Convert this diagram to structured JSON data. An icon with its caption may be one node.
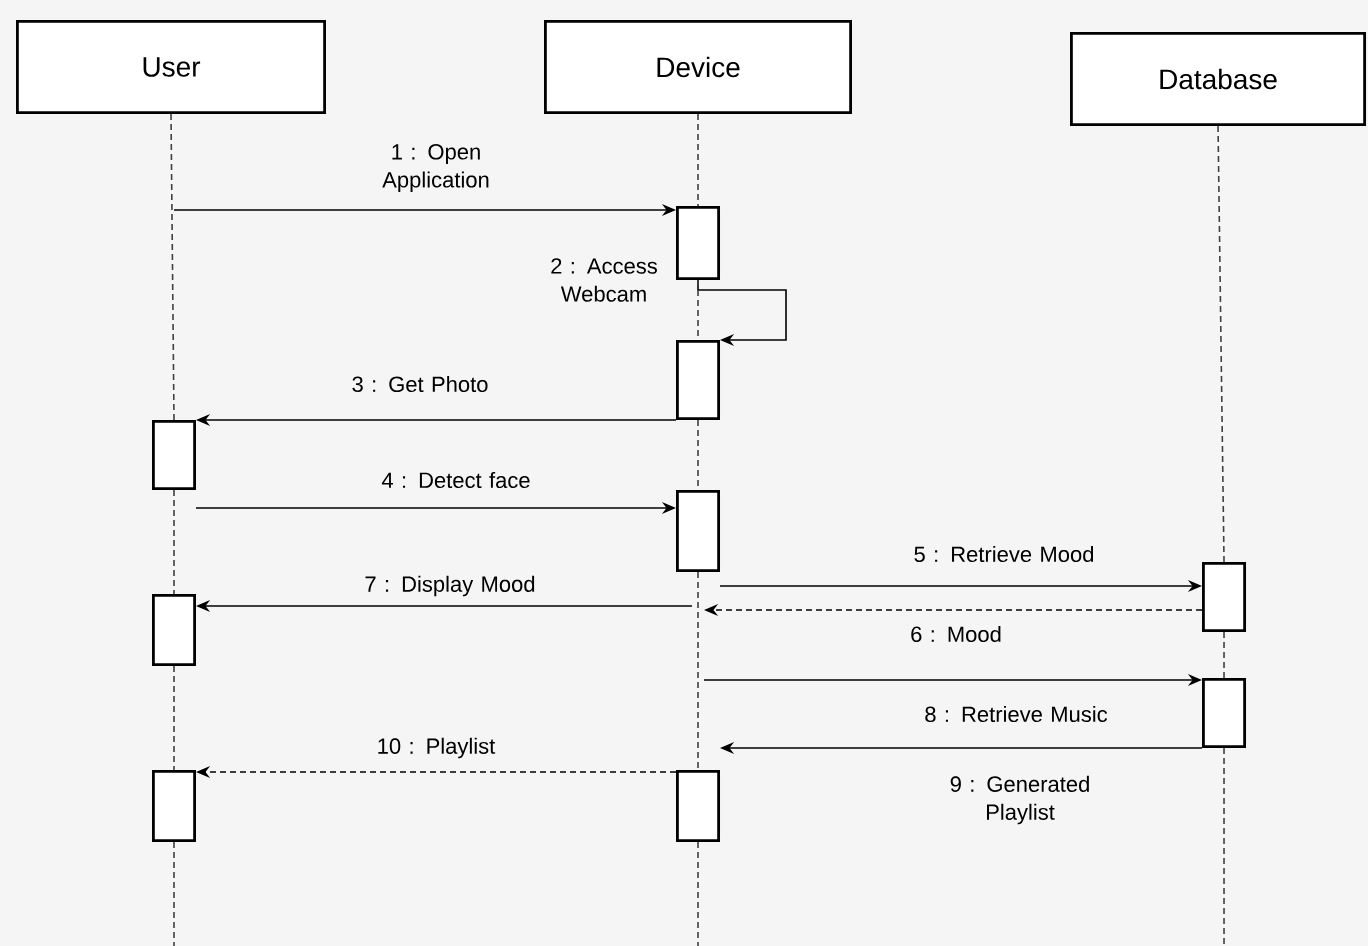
{
  "diagram": {
    "nodes": [
      {
        "text": [
          "User"
        ]
      },
      {
        "text": [
          "Device"
        ]
      },
      {
        "text": [
          "Database"
        ]
      },
      {
        "text": [],
        "shape": "box"
      },
      {
        "text": [],
        "shape": "box"
      },
      {
        "text": [],
        "shape": "box"
      },
      {
        "text": [],
        "shape": "box"
      },
      {
        "text": [],
        "shape": "box"
      },
      {
        "text": [],
        "shape": "box"
      },
      {
        "text": [],
        "shape": "box"
      },
      {
        "text": [],
        "shape": "box"
      },
      {
        "text": [],
        "shape": "box"
      }
    ],
    "edges": [
      {
        "from": null,
        "to": 3,
        "arrow": "to",
        "label": "1 : Open Application"
      },
      {
        "from": 3,
        "to": 4,
        "arrow": "to",
        "label": "2 : Access Webcam"
      },
      {
        "from": 4,
        "to": 5,
        "arrow": "to",
        "label": "3 : Get Photo"
      },
      {
        "from": 5,
        "to": 6,
        "arrow": "to",
        "label": "4 : Detect face"
      },
      {
        "from": 6,
        "to": 7,
        "arrow": "to",
        "label": "5 : Retrieve Mood"
      },
      {
        "from": 7,
        "to": null,
        "arrow": "to",
        "label": "6 : Mood",
        "style": "dashed"
      },
      {
        "from": null,
        "to": 8,
        "arrow": "to",
        "label": "7 : Display Mood"
      },
      {
        "from": null,
        "to": 9,
        "arrow": "to",
        "label": "8 : Retrieve Music"
      },
      {
        "from": 9,
        "to": 11,
        "arrow": "to",
        "label": "9 : Generated Playlist"
      },
      {
        "from": 11,
        "to": 10,
        "arrow": "to",
        "label": "10 : Playlist",
        "style": "dashed"
      },
      {
        "from": 0,
        "to": 5,
        "arrow": "none",
        "style": "dashed"
      },
      {
        "from": 5,
        "to": 8,
        "arrow": "none",
        "style": "dashed"
      },
      {
        "from": 8,
        "to": 10,
        "arrow": "none",
        "style": "dashed"
      },
      {
        "from": 10,
        "to": null,
        "arrow": "none",
        "style": "dashed"
      },
      {
        "from": 1,
        "to": 3,
        "arrow": "none",
        "style": "dashed"
      },
      {
        "from": 3,
        "to": 4,
        "arrow": "none",
        "style": "dashed"
      },
      {
        "from": 4,
        "to": 6,
        "arrow": "none",
        "style": "dashed"
      },
      {
        "from": 6,
        "to": 11,
        "arrow": "none",
        "style": "dashed"
      },
      {
        "from": 11,
        "to": null,
        "arrow": "none",
        "style": "dashed"
      },
      {
        "from": 2,
        "to": 7,
        "arrow": "none",
        "style": "dashed"
      },
      {
        "from": 7,
        "to": 9,
        "arrow": "none",
        "style": "dashed"
      },
      {
        "from": 9,
        "to": null,
        "arrow": "none",
        "style": "dashed"
      }
    ]
  }
}
